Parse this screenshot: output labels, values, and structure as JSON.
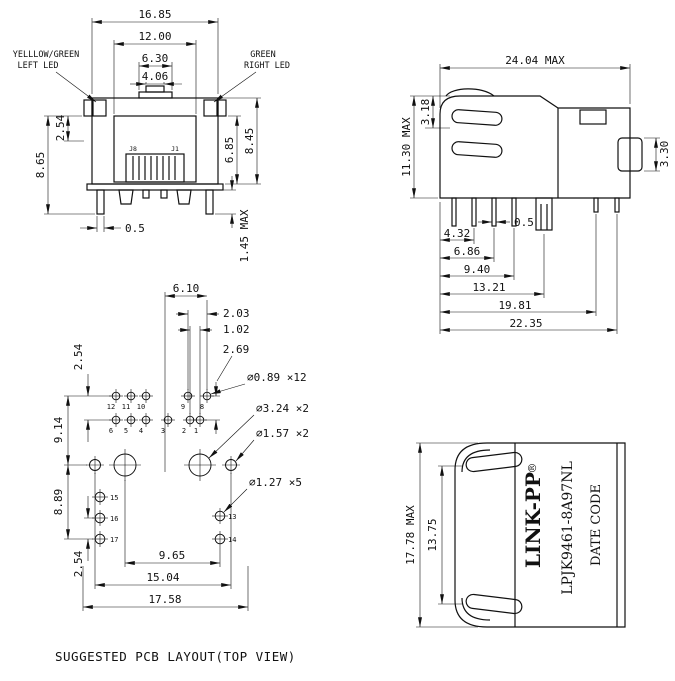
{
  "drawing": {
    "caption": "SUGGESTED PCB LAYOUT(TOP VIEW)"
  },
  "front_view": {
    "led_left_line1": "YELLLOW/GREEN",
    "led_left_line2": "LEFT LED",
    "led_right_line1": "GREEN",
    "led_right_line2": "RIGHT LED",
    "pin_j8": "J8",
    "pin_j1": "J1",
    "dim_total_width": "16.85",
    "dim_body_width": "12.00",
    "dim_latch_outer_width": "6.30",
    "dim_latch_inner_width": "4.06",
    "dim_height": "8.65",
    "dim_led_offset": "2.54",
    "dim_opening_height": "6.85",
    "dim_body_height": "8.45",
    "dim_leg_width": "0.5",
    "dim_leg_length": "1.45 MAX"
  },
  "side_view": {
    "dim_depth": "24.04 MAX",
    "dim_height": "11.30 MAX",
    "dim_shell_offset": "3.18",
    "dim_latch_height": "3.30",
    "dim_pin_width": "0.5",
    "dim_pin_a": "4.32",
    "dim_pin_b": "6.86",
    "dim_pin_c": "9.40",
    "dim_pin_d": "13.21",
    "dim_pin_e": "19.81",
    "dim_pin_f": "22.35"
  },
  "pcb_layout": {
    "dim_center_to_pin": "6.10",
    "dim_stagger_a": "2.03",
    "dim_stagger_b": "1.02",
    "dim_row_gap": "2.69",
    "dim_row_pitch": "2.54",
    "dim_pin_to_shield": "9.14",
    "dim_shield_to_led": "8.89",
    "dim_led_pitch": "2.54",
    "dim_span_a": "9.65",
    "dim_span_b": "15.04",
    "dim_span_c": "17.58",
    "hole_signal": "∅0.89 ×12",
    "hole_shield": "∅3.24 ×2",
    "hole_locator": "∅1.57 ×2",
    "hole_led": "∅1.27 ×5",
    "pins_row1": [
      "12",
      "11",
      "10",
      "9",
      "8"
    ],
    "pins_row2": [
      "6",
      "5",
      "4",
      "3",
      "2",
      "1"
    ],
    "pins_led_left": [
      "15",
      "16",
      "17"
    ],
    "pins_led_right": [
      "13",
      "14"
    ]
  },
  "rear_view": {
    "dim_height": "17.78 MAX",
    "dim_inner_height": "13.75",
    "brand": "LINK-PP",
    "registered_mark": "®",
    "part_number": "LPJK9461-8A97NL",
    "date_code_label": "DATE CODE"
  }
}
